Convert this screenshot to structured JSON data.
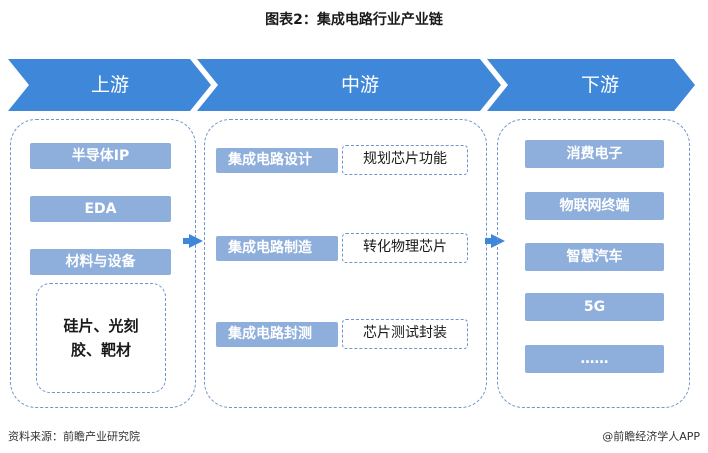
{
  "title": "图表2：集成电路行业产业链",
  "stages": {
    "upstream": "上游",
    "midstream": "中游",
    "downstream": "下游"
  },
  "upstream": {
    "items": [
      "半导体IP",
      "EDA",
      "材料与设备"
    ],
    "materials_line1": "硅片、光刻",
    "materials_line2": "胶、靶材"
  },
  "midstream": {
    "rows": [
      {
        "stage": "集成电路设计",
        "function": "规划芯片功能"
      },
      {
        "stage": "集成电路制造",
        "function": "转化物理芯片"
      },
      {
        "stage": "集成电路封测",
        "function": "芯片测试封装"
      }
    ]
  },
  "downstream": {
    "items": [
      "消费电子",
      "物联网终端",
      "智慧汽车",
      "5G",
      "……"
    ]
  },
  "footer": {
    "source": "资料来源：前瞻产业研究院",
    "brand": "@前瞻经济学人APP"
  },
  "colors": {
    "chevron": "#3f87d9",
    "bar": "#8eaedb",
    "dashed_border": "#6f95c9",
    "arrow": "#3f87d9"
  }
}
